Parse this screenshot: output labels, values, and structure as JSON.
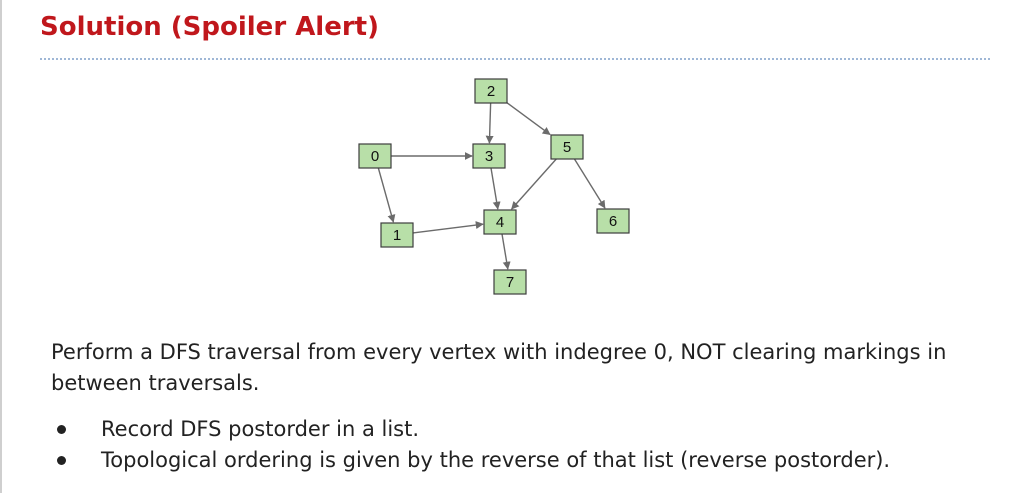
{
  "slide": {
    "title": "Solution (Spoiler Alert)",
    "title_color": "#c0171c",
    "rule_color": "#9fb7d6"
  },
  "graph": {
    "node_fill": "#b8dfa8",
    "nodes": [
      {
        "id": "0",
        "label": "0"
      },
      {
        "id": "1",
        "label": "1"
      },
      {
        "id": "2",
        "label": "2"
      },
      {
        "id": "3",
        "label": "3"
      },
      {
        "id": "4",
        "label": "4"
      },
      {
        "id": "5",
        "label": "5"
      },
      {
        "id": "6",
        "label": "6"
      },
      {
        "id": "7",
        "label": "7"
      }
    ],
    "edges": [
      {
        "from": "0",
        "to": "3"
      },
      {
        "from": "0",
        "to": "1"
      },
      {
        "from": "1",
        "to": "4"
      },
      {
        "from": "2",
        "to": "3"
      },
      {
        "from": "2",
        "to": "5"
      },
      {
        "from": "3",
        "to": "4"
      },
      {
        "from": "5",
        "to": "4"
      },
      {
        "from": "5",
        "to": "6"
      },
      {
        "from": "4",
        "to": "7"
      }
    ]
  },
  "content": {
    "paragraph": "Perform a DFS traversal from every vertex with indegree 0, NOT clearing markings in between traversals.",
    "bullets": [
      "Record DFS postorder in a list.",
      "Topological ordering is given by the reverse of that list (reverse postorder)."
    ]
  }
}
